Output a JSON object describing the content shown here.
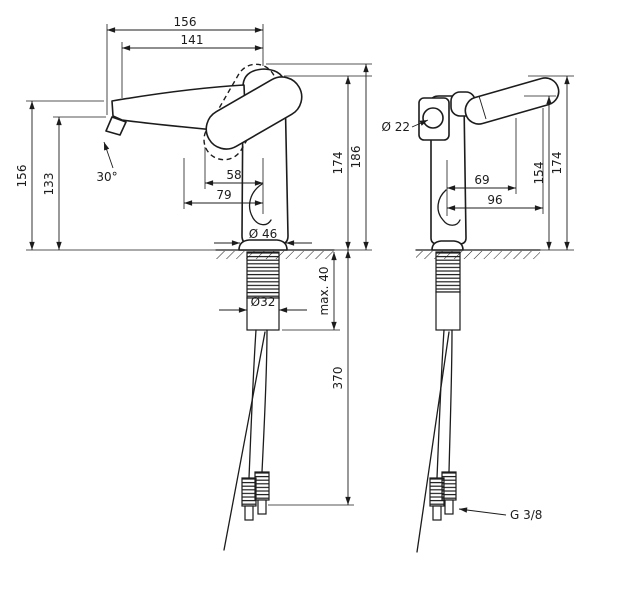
{
  "drawing": {
    "colors": {
      "line": "#1c1c1c",
      "background": "#ffffff"
    },
    "front_view": {
      "dims": {
        "top_width_outer": "156",
        "top_width_inner": "141",
        "left_height_outer": "156",
        "left_height_inner": "133",
        "handle_angle": "30°",
        "offset_inner": "58",
        "offset_outer": "79",
        "base_diameter": "Ø 46",
        "right_height_inner": "174",
        "right_height_outer": "186",
        "shank_diameter": "Ø32",
        "max_mounting_thickness": "max. 40",
        "hose_length": "370"
      }
    },
    "side_view": {
      "dims": {
        "spout_diameter": "Ø 22",
        "depth_inner": "69",
        "depth_outer": "96",
        "height_inner": "154",
        "height_outer": "174",
        "thread": "G 3/8"
      }
    }
  }
}
